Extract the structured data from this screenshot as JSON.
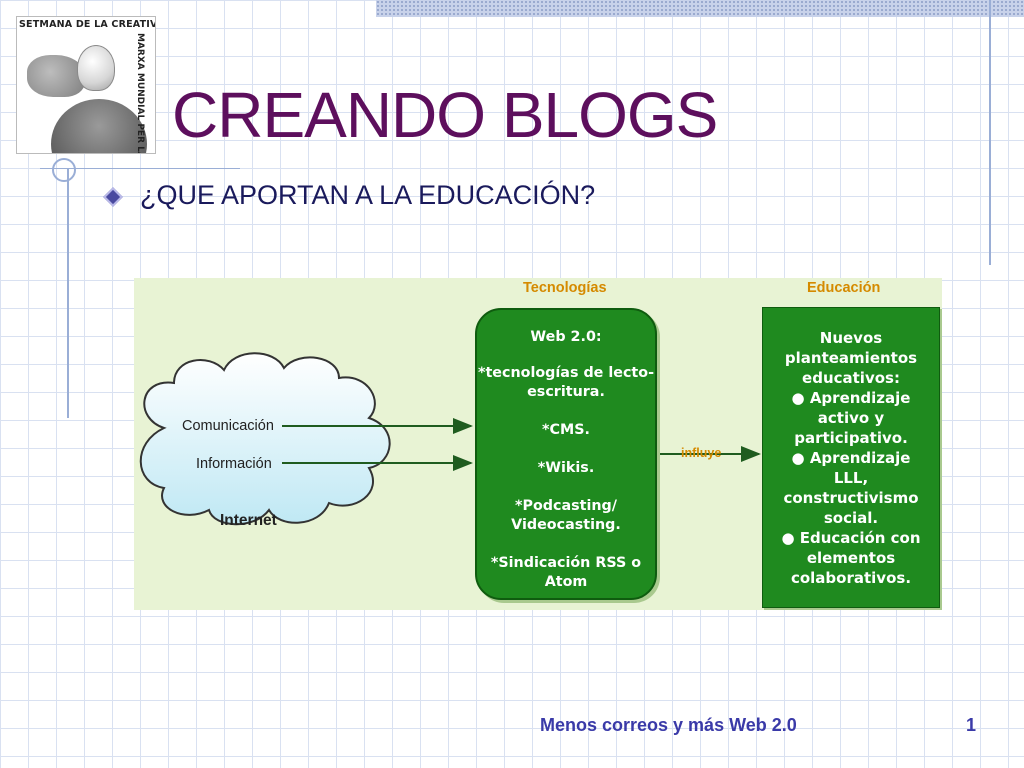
{
  "slide": {
    "title": "CREANDO BLOGS",
    "bullet": "¿QUE APORTAN A LA EDUCACIÓN?",
    "footer": "Menos correos y más Web 2.0",
    "page_number": "1"
  },
  "logo": {
    "top_text": "SETMANA DE LA CREATIVITITAT",
    "side_text": "MARXA MUNDIAL PER LA PAU"
  },
  "diagram": {
    "column_tech": "Tecnologías",
    "column_edu": "Educación",
    "cloud": {
      "label_comunicacion": "Comunicación",
      "label_informacion": "Información",
      "label_internet": "Internet"
    },
    "tech_box": {
      "title": "Web 2.0:",
      "items": [
        "*tecnologías de lecto-escritura.",
        "*CMS.",
        "*Wikis.",
        "*Podcasting/ Videocasting.",
        "*Sindicación RSS o Atom"
      ]
    },
    "arrow_label": "influye",
    "edu_box": {
      "lines": [
        "Nuevos",
        "planteamientos",
        "educativos:",
        "● Aprendizaje",
        "activo y",
        "participativo.",
        "● Aprendizaje",
        "LLL,",
        "constructivismo",
        "social.",
        "● Educación con",
        "elementos",
        "colaborativos."
      ]
    }
  },
  "colors": {
    "title": "#5d0f5d",
    "box_green": "#1f8a1f",
    "accent_orange": "#d58a00",
    "footer_blue": "#3a3aa8"
  }
}
